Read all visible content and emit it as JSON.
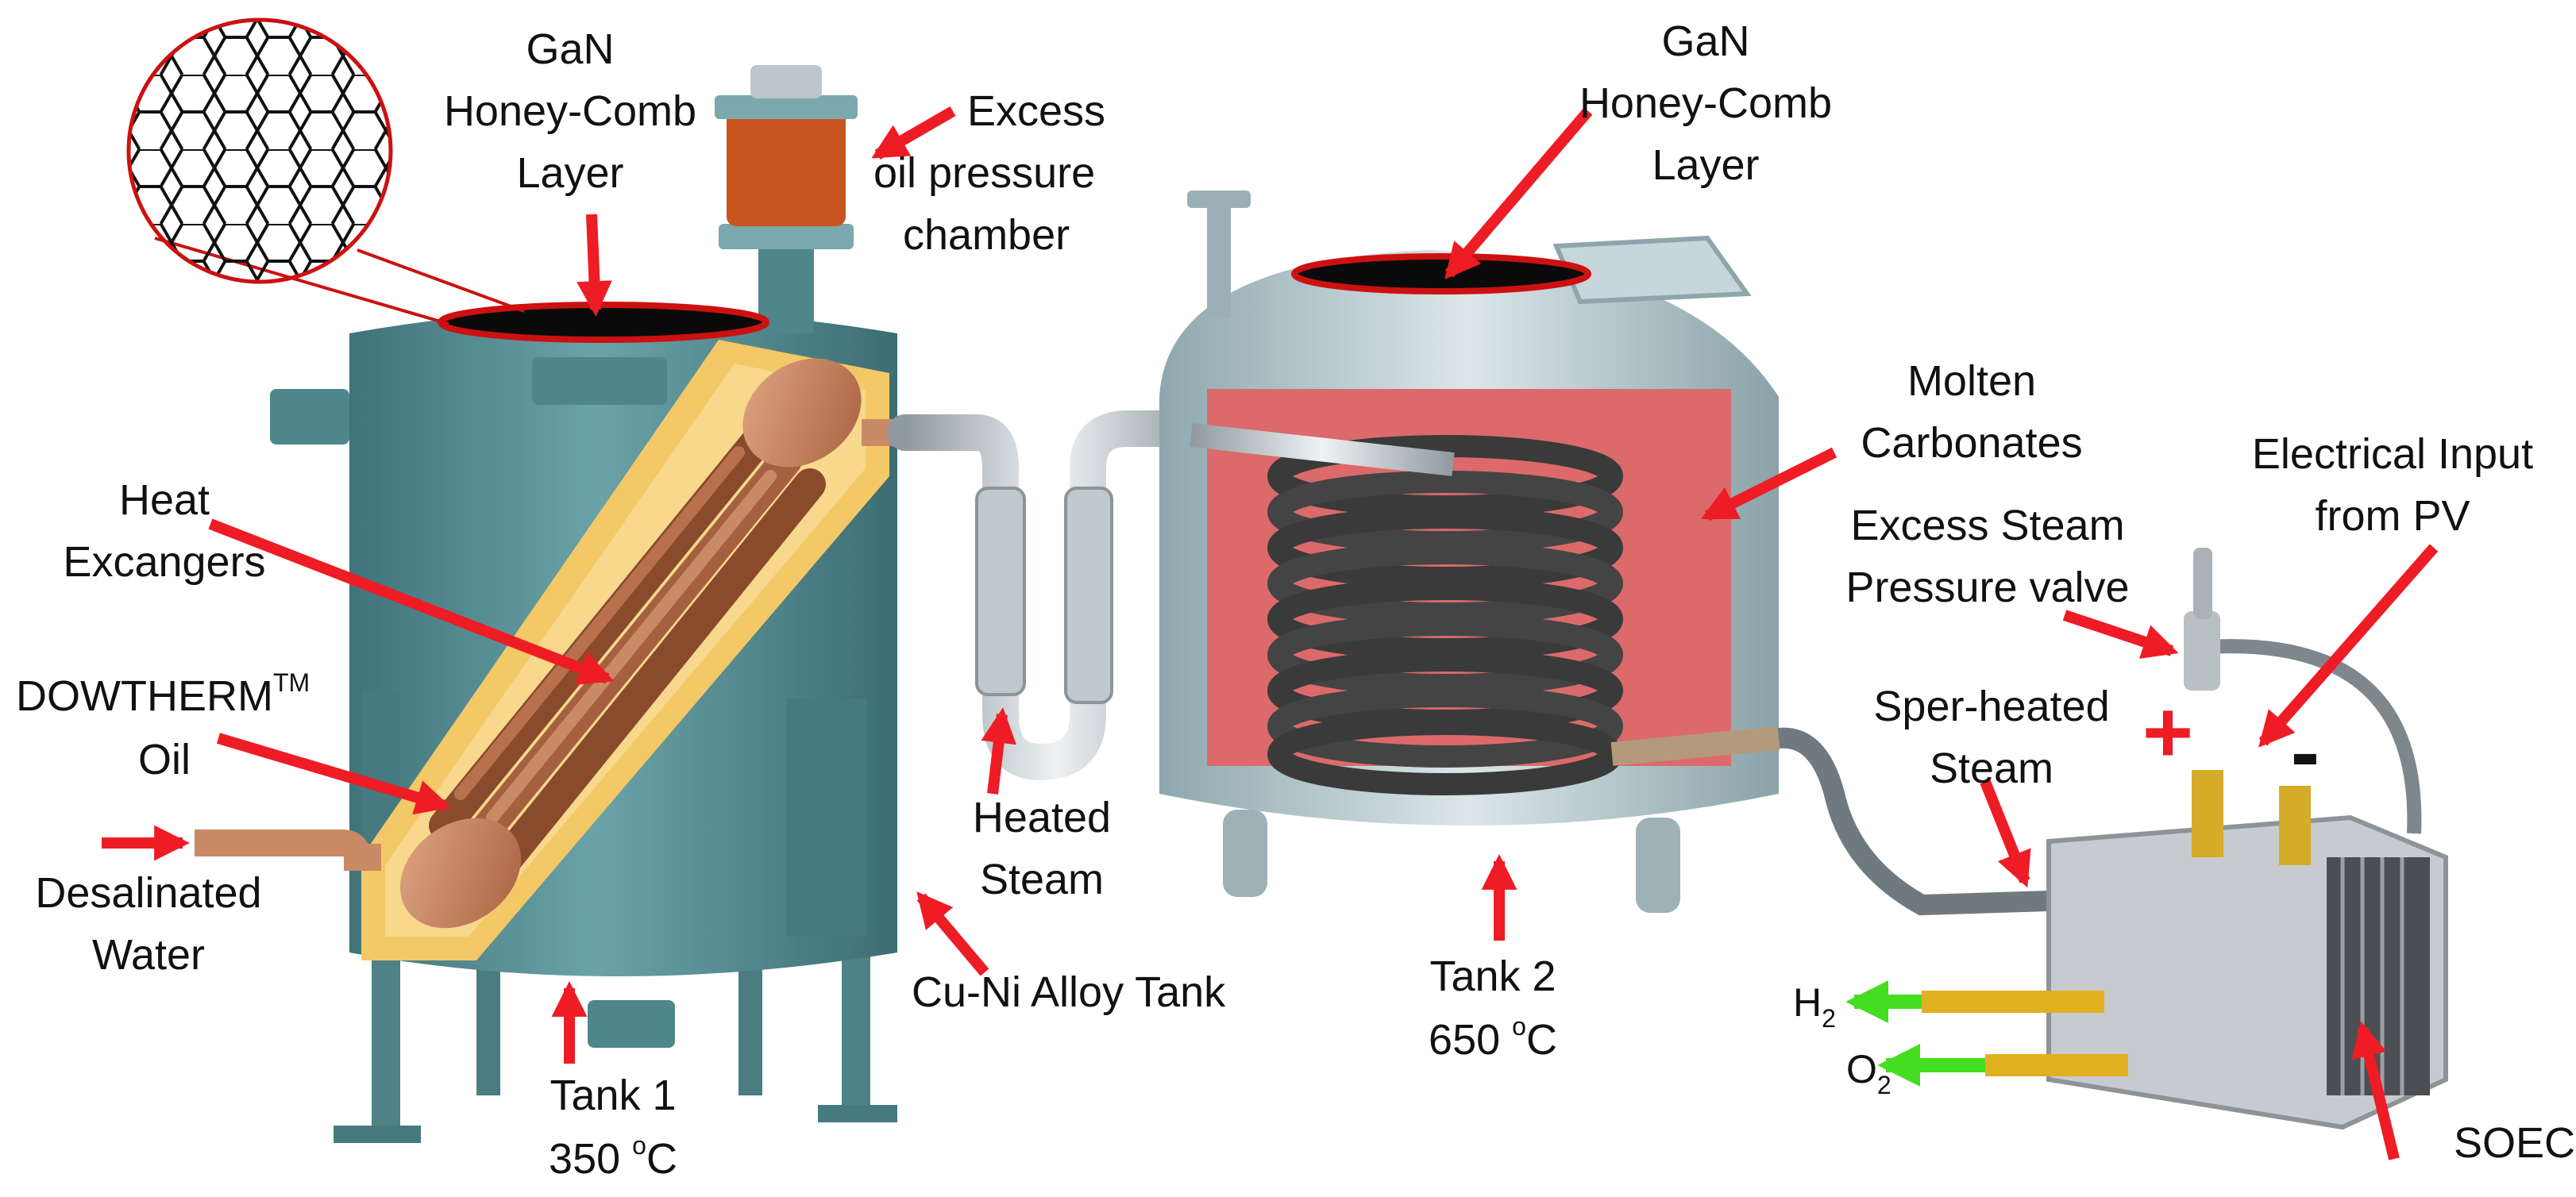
{
  "colors": {
    "arrow_red": "#ee1c25",
    "arrow_green": "#44dd22",
    "tank1_body": "#5a9096",
    "tank1_insulation": "#f3c867",
    "copper": "#c98a66",
    "tank2_steel": "#c4d3d8",
    "molten_fill": "#dc6a6a",
    "gan_layer": "#cc1111",
    "coil": "#3c3c3c",
    "soec_frame": "#c7cbcf",
    "hose_yellow": "#e0b020"
  },
  "labels": {
    "gan_left": [
      "GaN",
      "Honey-Comb",
      "Layer"
    ],
    "excess_oil": [
      "Excess",
      "oil pressure",
      "chamber"
    ],
    "gan_right": [
      "GaN",
      "Honey-Comb",
      "Layer"
    ],
    "molten": [
      "Molten",
      "Carbonates"
    ],
    "electrical": [
      "Electrical Input",
      "from PV"
    ],
    "excess_steam": [
      "Excess Steam",
      "Pressure valve"
    ],
    "heat_exchangers": [
      "Heat",
      "Excangers"
    ],
    "dowtherm": {
      "main": "DOWTHERM",
      "sup": "TM",
      "line2": "Oil"
    },
    "desalinated": [
      "Desalinated",
      "Water"
    ],
    "heated_steam": [
      "Heated",
      "Steam"
    ],
    "superheated": [
      "Sper-heated",
      "Steam"
    ],
    "cu_ni": "Cu-Ni Alloy Tank",
    "tank1": {
      "name": "Tank 1",
      "temp_value": "350 ",
      "temp_sup": "o",
      "temp_unit": "C"
    },
    "tank2": {
      "name": "Tank 2",
      "temp_value": "650 ",
      "temp_sup": "o",
      "temp_unit": "C"
    },
    "h2": {
      "base": "H",
      "sub": "2"
    },
    "o2": {
      "base": "O",
      "sub": "2"
    },
    "soec": "SOEC",
    "plus": "+",
    "minus": "-"
  },
  "icons": {
    "honeycomb_inset": "honeycomb-icon",
    "arrows": "arrow-icon"
  }
}
